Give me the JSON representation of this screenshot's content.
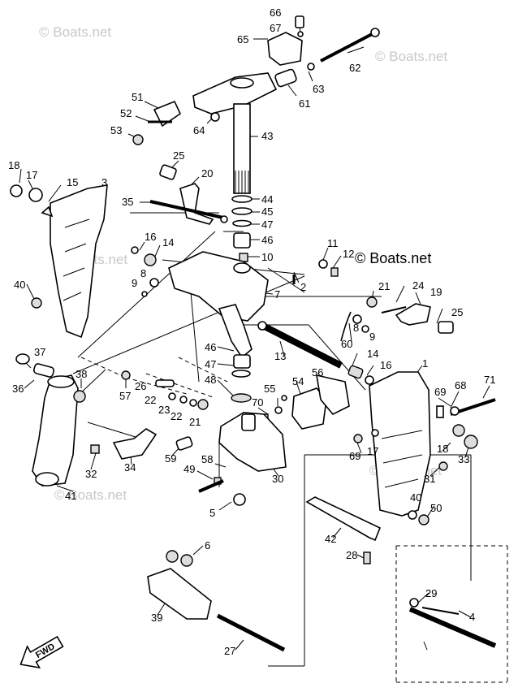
{
  "watermarks": {
    "main": "© Boats.net",
    "faint": "© Boats.net"
  },
  "direction_label": "FWD",
  "callouts": [
    "66",
    "67",
    "65",
    "62",
    "63",
    "61",
    "51",
    "52",
    "53",
    "64",
    "43",
    "25",
    "20",
    "18",
    "17",
    "15",
    "3",
    "35",
    "44",
    "45",
    "47",
    "46",
    "10",
    "16",
    "14",
    "11",
    "12",
    "9",
    "8",
    "2",
    "7",
    "21",
    "24",
    "19",
    "25",
    "8",
    "9",
    "40",
    "60",
    "13",
    "14",
    "16",
    "1",
    "37",
    "46",
    "47",
    "48",
    "26",
    "22",
    "23",
    "22",
    "21",
    "36",
    "38",
    "57",
    "55",
    "54",
    "56",
    "70",
    "69",
    "68",
    "71",
    "69",
    "17",
    "18",
    "33",
    "32",
    "34",
    "59",
    "58",
    "49",
    "30",
    "31",
    "41",
    "40",
    "50",
    "5",
    "42",
    "6",
    "28",
    "29",
    "4",
    "39",
    "27"
  ]
}
